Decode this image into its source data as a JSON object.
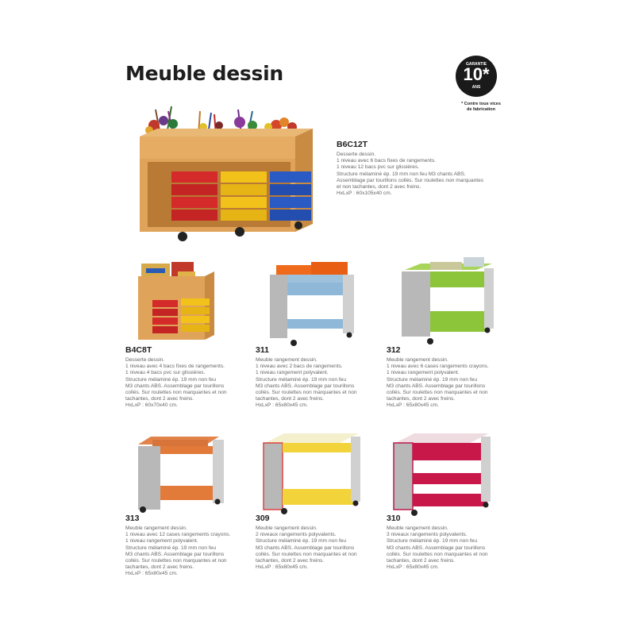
{
  "page": {
    "title": "Meuble dessin"
  },
  "badge": {
    "top": "GARANTIE",
    "number": "10*",
    "bottom": "ANS",
    "note": [
      "* Contre tous vices",
      "de fabrication"
    ]
  },
  "products": [
    {
      "code": "B6C12T",
      "lines": [
        "Desserte dessin.",
        "1 niveau avec 6 bacs fixes de rangements.",
        "1 niveau 12 bacs pvc sur glissières.",
        "Structure mélaminé ép. 19 mm non feu M3 chants ABS.",
        "Assemblage par tourillons collés. Sur roulettes non marquantes",
        "et non tachantes, dont 2 avec freins.",
        "HxLxP : 60x105x40 cm."
      ]
    },
    {
      "code": "B4C8T",
      "lines": [
        "Desserte dessin.",
        "1 niveau avec 4 bacs fixes de rangements.",
        "1 niveau 4 bacs pvc sur glissières.",
        "Structure mélaminé ép. 19 mm non feu",
        "M3 chants ABS. Assemblage par tourillons",
        "collés. Sur roulettes non marquantes et non",
        "tachantes, dont 2 avec freins.",
        "HxLxP : 60x70x40 cm."
      ]
    },
    {
      "code": "311",
      "lines": [
        "Meuble rangement dessin.",
        "1 niveau avec 2 bacs de rangements.",
        "1 niveau rangement polyvalent.",
        "Structure mélaminé ép. 19 mm non feu",
        "M3 chants ABS. Assemblage par tourillons",
        "collés. Sur roulettes non marquantes et non",
        "tachantes, dont 2 avec freins.",
        "HxLxP : 65x80x45 cm."
      ]
    },
    {
      "code": "312",
      "lines": [
        "Meuble rangement dessin.",
        "1 niveau avec 6 cases rangements crayons.",
        "1 niveau rangement polyvalent.",
        "Structure mélaminé ép. 19 mm non feu",
        "M3 chants ABS. Assemblage par tourillons",
        "collés. Sur roulettes non marquantes et non",
        "tachantes, dont 2 avec freins.",
        "HxLxP : 65x80x45 cm."
      ]
    },
    {
      "code": "313",
      "lines": [
        "Meuble rangement dessin.",
        "1 niveau avec 12 cases rangements crayons.",
        "1 niveau rangement polyvalent.",
        "Structure mélaminé ép. 19 mm non feu",
        "M3 chants ABS. Assemblage par tourillons",
        "collés. Sur roulettes non marquantes et non",
        "tachantes, dont 2 avec freins.",
        "HxLxP : 65x80x45 cm."
      ]
    },
    {
      "code": "309",
      "lines": [
        "Meuble rangement dessin.",
        "2 niveaux rangements polyvalents.",
        "Structure mélaminé ép. 19 mm non feu",
        "M3 chants ABS. Assemblage par tourillons",
        "collés. Sur roulettes non marquantes et non",
        "tachantes, dont 2 avec freins.",
        "HxLxP : 65x80x45 cm."
      ]
    },
    {
      "code": "310",
      "lines": [
        "Meuble rangement dessin.",
        "3 niveaux rangements polyvalents.",
        "Structure mélaminé ép. 19 mm non feu",
        "M3 chants ABS. Assemblage par tourillons",
        "collés. Sur roulettes non marquantes et non",
        "tachantes, dont 2 avec freins.",
        "HxLxP : 65x80x45 cm."
      ]
    }
  ]
}
